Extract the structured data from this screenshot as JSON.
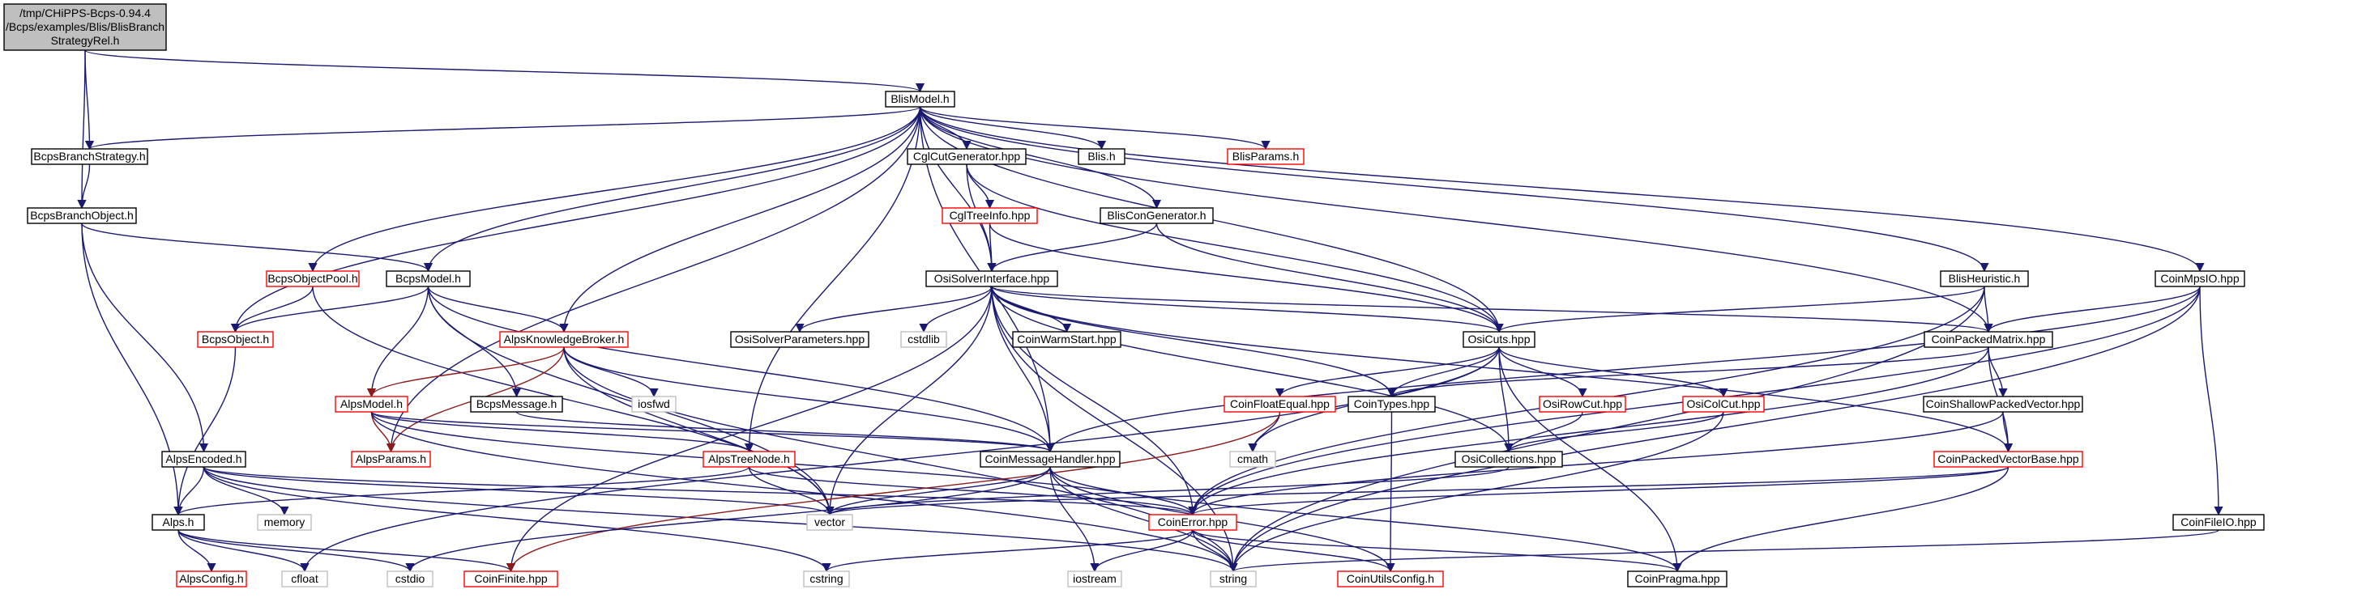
{
  "colors": {
    "edge": "#191970",
    "edge_alt": "#8b1a1a",
    "root_fill": "#bfbfbf",
    "normal_border": "#000000",
    "missing_border": "#ff0000",
    "system_border": "#bfbfbf",
    "system_text": "#000000"
  },
  "nodes": [
    {
      "id": "root",
      "lines": [
        "/tmp/CHiPPS-Bcps-0.94.4",
        "/Bcps/examples/Blis/BlisBranch",
        "StrategyRel.h"
      ],
      "kind": "root"
    },
    {
      "id": "blismodel",
      "lines": [
        "BlisModel.h"
      ],
      "kind": "normal"
    },
    {
      "id": "bcpsbranchstrategy",
      "lines": [
        "BcpsBranchStrategy.h"
      ],
      "kind": "normal"
    },
    {
      "id": "bcpsbranchobject",
      "lines": [
        "BcpsBranchObject.h"
      ],
      "kind": "normal"
    },
    {
      "id": "bcpsobjectpool",
      "lines": [
        "BcpsObjectPool.h"
      ],
      "kind": "missing"
    },
    {
      "id": "bcpsmodel",
      "lines": [
        "BcpsModel.h"
      ],
      "kind": "normal"
    },
    {
      "id": "bcpsobject",
      "lines": [
        "BcpsObject.h"
      ],
      "kind": "missing"
    },
    {
      "id": "alpsknowledgebroker",
      "lines": [
        "AlpsKnowledgeBroker.h"
      ],
      "kind": "missing"
    },
    {
      "id": "alpsmodel",
      "lines": [
        "AlpsModel.h"
      ],
      "kind": "missing"
    },
    {
      "id": "alpsparams",
      "lines": [
        "AlpsParams.h"
      ],
      "kind": "missing"
    },
    {
      "id": "alpsencoded",
      "lines": [
        "AlpsEncoded.h"
      ],
      "kind": "normal"
    },
    {
      "id": "alps",
      "lines": [
        "Alps.h"
      ],
      "kind": "normal"
    },
    {
      "id": "alpsconfig",
      "lines": [
        "AlpsConfig.h"
      ],
      "kind": "missing"
    },
    {
      "id": "cfloat",
      "lines": [
        "cfloat"
      ],
      "kind": "system"
    },
    {
      "id": "cstdio",
      "lines": [
        "cstdio"
      ],
      "kind": "system"
    },
    {
      "id": "memory",
      "lines": [
        "memory"
      ],
      "kind": "system"
    },
    {
      "id": "iosfwd",
      "lines": [
        "iosfwd"
      ],
      "kind": "system"
    },
    {
      "id": "bcpsmessage",
      "lines": [
        "BcpsMessage.h"
      ],
      "kind": "normal"
    },
    {
      "id": "alpstreenode",
      "lines": [
        "AlpsTreeNode.h"
      ],
      "kind": "missing"
    },
    {
      "id": "cglcutgenerator",
      "lines": [
        "CglCutGenerator.hpp"
      ],
      "kind": "normal"
    },
    {
      "id": "cgltreeinfo",
      "lines": [
        "CglTreeInfo.hpp"
      ],
      "kind": "missing"
    },
    {
      "id": "blis",
      "lines": [
        "Blis.h"
      ],
      "kind": "normal"
    },
    {
      "id": "blisparams",
      "lines": [
        "BlisParams.h"
      ],
      "kind": "missing"
    },
    {
      "id": "bliscongenerator",
      "lines": [
        "BlisConGenerator.h"
      ],
      "kind": "normal"
    },
    {
      "id": "osisolverinterface",
      "lines": [
        "OsiSolverInterface.hpp"
      ],
      "kind": "normal"
    },
    {
      "id": "osisolverparameters",
      "lines": [
        "OsiSolverParameters.hpp"
      ],
      "kind": "normal"
    },
    {
      "id": "cstdlib",
      "lines": [
        "cstdlib"
      ],
      "kind": "system"
    },
    {
      "id": "coinwarmstart",
      "lines": [
        "CoinWarmStart.hpp"
      ],
      "kind": "normal"
    },
    {
      "id": "osicuts",
      "lines": [
        "OsiCuts.hpp"
      ],
      "kind": "normal"
    },
    {
      "id": "blisheuristic",
      "lines": [
        "BlisHeuristic.h"
      ],
      "kind": "normal"
    },
    {
      "id": "coinmpsio",
      "lines": [
        "CoinMpsIO.hpp"
      ],
      "kind": "normal"
    },
    {
      "id": "coinpackedmatrix",
      "lines": [
        "CoinPackedMatrix.hpp"
      ],
      "kind": "normal"
    },
    {
      "id": "coinfloatequal",
      "lines": [
        "CoinFloatEqual.hpp"
      ],
      "kind": "missing"
    },
    {
      "id": "cointypes",
      "lines": [
        "CoinTypes.hpp"
      ],
      "kind": "normal"
    },
    {
      "id": "osirowcut",
      "lines": [
        "OsiRowCut.hpp"
      ],
      "kind": "missing"
    },
    {
      "id": "osicolcut",
      "lines": [
        "OsiColCut.hpp"
      ],
      "kind": "missing"
    },
    {
      "id": "coinshallowpackedvector",
      "lines": [
        "CoinShallowPackedVector.hpp"
      ],
      "kind": "normal"
    },
    {
      "id": "cmath",
      "lines": [
        "cmath"
      ],
      "kind": "system"
    },
    {
      "id": "coinmessagehandler",
      "lines": [
        "CoinMessageHandler.hpp"
      ],
      "kind": "normal"
    },
    {
      "id": "osicollections",
      "lines": [
        "OsiCollections.hpp"
      ],
      "kind": "normal"
    },
    {
      "id": "coinpackedvectorbase",
      "lines": [
        "CoinPackedVectorBase.hpp"
      ],
      "kind": "missing"
    },
    {
      "id": "vector",
      "lines": [
        "vector"
      ],
      "kind": "system"
    },
    {
      "id": "coinerror",
      "lines": [
        "CoinError.hpp"
      ],
      "kind": "missing"
    },
    {
      "id": "coinfileio",
      "lines": [
        "CoinFileIO.hpp"
      ],
      "kind": "normal"
    },
    {
      "id": "coinfinite",
      "lines": [
        "CoinFinite.hpp"
      ],
      "kind": "missing"
    },
    {
      "id": "cstring",
      "lines": [
        "cstring"
      ],
      "kind": "system"
    },
    {
      "id": "iostream",
      "lines": [
        "iostream"
      ],
      "kind": "system"
    },
    {
      "id": "string",
      "lines": [
        "string"
      ],
      "kind": "system"
    },
    {
      "id": "coinutilsconfig",
      "lines": [
        "CoinUtilsConfig.h"
      ],
      "kind": "missing"
    },
    {
      "id": "coinpragma",
      "lines": [
        "CoinPragma.hpp"
      ],
      "kind": "normal"
    }
  ],
  "edges": [
    [
      "root",
      "blismodel"
    ],
    [
      "root",
      "bcpsbranchstrategy"
    ],
    [
      "root",
      "bcpsbranchobject"
    ],
    [
      "bcpsbranchstrategy",
      "bcpsbranchobject"
    ],
    [
      "bcpsbranchobject",
      "bcpsmodel"
    ],
    [
      "bcpsbranchobject",
      "alpsencoded"
    ],
    [
      "bcpsbranchobject",
      "alps"
    ],
    [
      "blismodel",
      "bcpsbranchstrategy"
    ],
    [
      "blismodel",
      "bcpsobjectpool"
    ],
    [
      "blismodel",
      "bcpsobject"
    ],
    [
      "blismodel",
      "bcpsmodel"
    ],
    [
      "blismodel",
      "alpsknowledgebroker"
    ],
    [
      "blismodel",
      "alpsparams"
    ],
    [
      "blismodel",
      "alpstreenode"
    ],
    [
      "blismodel",
      "cglcutgenerator"
    ],
    [
      "blismodel",
      "blis"
    ],
    [
      "blismodel",
      "blisparams"
    ],
    [
      "blismodel",
      "bliscongenerator"
    ],
    [
      "blismodel",
      "osisolverinterface"
    ],
    [
      "blismodel",
      "osicuts"
    ],
    [
      "blismodel",
      "blisheuristic"
    ],
    [
      "blismodel",
      "coinmpsio"
    ],
    [
      "blismodel",
      "coinpackedmatrix"
    ],
    [
      "blismodel",
      "coinmessagehandler"
    ],
    [
      "bcpsobjectpool",
      "bcpsobject"
    ],
    [
      "bcpsobjectpool",
      "vector"
    ],
    [
      "bcpsmodel",
      "bcpsobject"
    ],
    [
      "bcpsmodel",
      "alpsknowledgebroker"
    ],
    [
      "bcpsmodel",
      "alpsmodel"
    ],
    [
      "bcpsmodel",
      "bcpsmessage"
    ],
    [
      "bcpsmodel",
      "coinmessagehandler"
    ],
    [
      "bcpsmodel",
      "vector"
    ],
    [
      "bcpsobject",
      "alps"
    ],
    [
      "alpsknowledgebroker",
      "alpsmodel"
    ],
    [
      "alpsknowledgebroker",
      "alpsparams"
    ],
    [
      "alpsknowledgebroker",
      "iosfwd"
    ],
    [
      "alpsknowledgebroker",
      "coinmessagehandler"
    ],
    [
      "alpsknowledgebroker",
      "vector"
    ],
    [
      "alpsknowledgebroker",
      "string"
    ],
    [
      "alpsmodel",
      "alpsparams"
    ],
    [
      "alpsmodel",
      "alpstreenode"
    ],
    [
      "alpsmodel",
      "coinmessagehandler"
    ],
    [
      "alpsmodel",
      "coinerror"
    ],
    [
      "alpsmodel",
      "string"
    ],
    [
      "bcpsmessage",
      "coinmessagehandler"
    ],
    [
      "alpstreenode",
      "alps"
    ],
    [
      "alpstreenode",
      "vector"
    ],
    [
      "alpstreenode",
      "coinerror"
    ],
    [
      "alpsencoded",
      "alps"
    ],
    [
      "alpsencoded",
      "memory"
    ],
    [
      "alpsencoded",
      "vector"
    ],
    [
      "alpsencoded",
      "cstring"
    ],
    [
      "alpsencoded",
      "string"
    ],
    [
      "alpsencoded",
      "coinerror"
    ],
    [
      "alps",
      "alpsconfig"
    ],
    [
      "alps",
      "cfloat"
    ],
    [
      "alps",
      "cstdio"
    ],
    [
      "alps",
      "coinfinite"
    ],
    [
      "cglcutgenerator",
      "cgltreeinfo"
    ],
    [
      "cglcutgenerator",
      "osisolverinterface"
    ],
    [
      "cglcutgenerator",
      "osicuts"
    ],
    [
      "cgltreeinfo",
      "osisolverinterface"
    ],
    [
      "cgltreeinfo",
      "osicuts"
    ],
    [
      "bliscongenerator",
      "osisolverinterface"
    ],
    [
      "bliscongenerator",
      "osicuts"
    ],
    [
      "osisolverinterface",
      "osisolverparameters"
    ],
    [
      "osisolverinterface",
      "cstdlib"
    ],
    [
      "osisolverinterface",
      "coinwarmstart"
    ],
    [
      "osisolverinterface",
      "osicuts"
    ],
    [
      "osisolverinterface",
      "coinpackedmatrix"
    ],
    [
      "osisolverinterface",
      "coinmessagehandler"
    ],
    [
      "osisolverinterface",
      "osicollections"
    ],
    [
      "osisolverinterface",
      "coinpackedvectorbase"
    ],
    [
      "osisolverinterface",
      "cointypes"
    ],
    [
      "osisolverinterface",
      "vector"
    ],
    [
      "osisolverinterface",
      "coinfinite"
    ],
    [
      "osisolverinterface",
      "string"
    ],
    [
      "osisolverinterface",
      "coinerror"
    ],
    [
      "osicuts",
      "coinfloatequal"
    ],
    [
      "osicuts",
      "cointypes"
    ],
    [
      "osicuts",
      "osirowcut"
    ],
    [
      "osicuts",
      "osicolcut"
    ],
    [
      "osicuts",
      "osicollections"
    ],
    [
      "osicuts",
      "cmath"
    ],
    [
      "osicuts",
      "cfloat"
    ],
    [
      "osicuts",
      "coinpragma"
    ],
    [
      "blisheuristic",
      "osicuts"
    ],
    [
      "blisheuristic",
      "coinpackedmatrix"
    ],
    [
      "blisheuristic",
      "coinerror"
    ],
    [
      "blisheuristic",
      "string"
    ],
    [
      "coinmpsio",
      "coinpackedmatrix"
    ],
    [
      "coinmpsio",
      "coinmessagehandler"
    ],
    [
      "coinmpsio",
      "coinfileio"
    ],
    [
      "coinmpsio",
      "coinerror"
    ],
    [
      "coinmpsio",
      "string"
    ],
    [
      "coinpackedmatrix",
      "coinshallowpackedvector"
    ],
    [
      "coinpackedmatrix",
      "coinpackedvectorbase"
    ],
    [
      "coinpackedmatrix",
      "cointypes"
    ],
    [
      "coinpackedmatrix",
      "coinerror"
    ],
    [
      "coinshallowpackedvector",
      "coinpackedvectorbase"
    ],
    [
      "coinshallowpackedvector",
      "coinerror"
    ],
    [
      "coinpackedvectorbase",
      "coinerror"
    ],
    [
      "coinpackedvectorbase",
      "vector"
    ],
    [
      "coinpackedvectorbase",
      "coinpragma"
    ],
    [
      "coinfloatequal",
      "cmath"
    ],
    [
      "coinfloatequal",
      "coinfinite"
    ],
    [
      "cointypes",
      "coinutilsconfig"
    ],
    [
      "osirowcut",
      "osicollections"
    ],
    [
      "osicolcut",
      "osicollections"
    ],
    [
      "osicolcut",
      "string"
    ],
    [
      "osicollections",
      "vector"
    ],
    [
      "coinmessagehandler",
      "vector"
    ],
    [
      "coinmessagehandler",
      "coinutilsconfig"
    ],
    [
      "coinmessagehandler",
      "coinpragma"
    ],
    [
      "coinmessagehandler",
      "cstdio"
    ],
    [
      "coinmessagehandler",
      "iostream"
    ],
    [
      "coinmessagehandler",
      "string"
    ],
    [
      "coinerror",
      "cstring"
    ],
    [
      "coinerror",
      "iostream"
    ],
    [
      "coinerror",
      "string"
    ],
    [
      "coinerror",
      "coinutilsconfig"
    ],
    [
      "coinerror",
      "coinpragma"
    ],
    [
      "coinfileio",
      "string"
    ]
  ]
}
